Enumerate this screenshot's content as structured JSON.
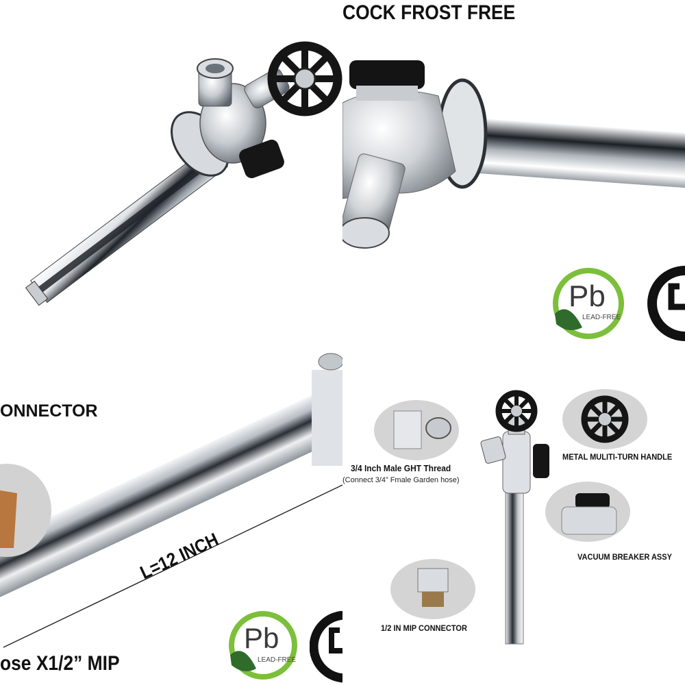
{
  "panels": {
    "top_right": {
      "title": "COCK FROST  FREE"
    },
    "bottom_left": {
      "connector_text": "ONNECTOR",
      "length_text": "L=12 INCH",
      "bottom_text": "ose X1/2” MIP"
    },
    "bottom_right": {
      "ght_label": "3/4 Inch Male GHT Thread",
      "ght_sub": "(Connect 3/4” Fmale Garden hose)",
      "handle_label": "METAL MULITI-TURN HANDLE",
      "vacuum_label": "VACUUM BREAKER ASSY",
      "mip_label": "1/2 IN MIP CONNECTOR"
    }
  },
  "badges": {
    "pb_text": "Pb",
    "lead_free_text": "LEAD-FREE",
    "green": "#7cbf3b",
    "dark_green": "#2f6b2a"
  },
  "colors": {
    "chrome_light": "#f2f4f6",
    "chrome_mid": "#b9bec4",
    "chrome_dark": "#3a3f45",
    "handle_black": "#1a1a1a",
    "label_gray": "#d2d2d2"
  },
  "icons": [
    "faucet-image",
    "handwheel-icon",
    "lead-free-badge",
    "csa-mark-icon"
  ]
}
